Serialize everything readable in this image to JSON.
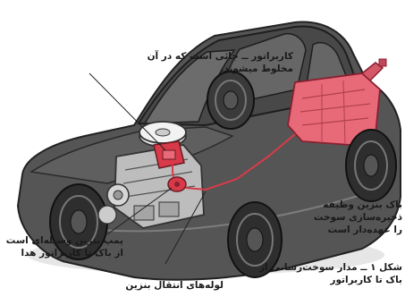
{
  "labels": {
    "carburetor": {
      "line1": "کاربراتور ــ جائی است که در آن",
      "line2": "مخلوط میشوند."
    },
    "fuel_tank": {
      "line1": "باک بنزین وظیفه",
      "line2": "ذخیره‌سازی سوخت",
      "line3": "را عهده‌دار است"
    },
    "fuel_pump": {
      "line1": "پمپ بنزین وسیله‌ای است",
      "line2": "از باک تا کاربراتور هدا"
    },
    "fuel_lines": {
      "line1": "لوله‌های انتقال بنزین"
    },
    "caption": {
      "line1": "شکل ۱ ــ مدار سوخت‌رسانی از",
      "line2": "باک تا کاربراتور"
    }
  },
  "colors": {
    "body": "#5a5a5a",
    "body_dark": "#2d2d2d",
    "body_light": "#8a8a8a",
    "tank": "#e86a78",
    "fuel_line": "#d93a4a",
    "engine": "#b8b8b8"
  }
}
